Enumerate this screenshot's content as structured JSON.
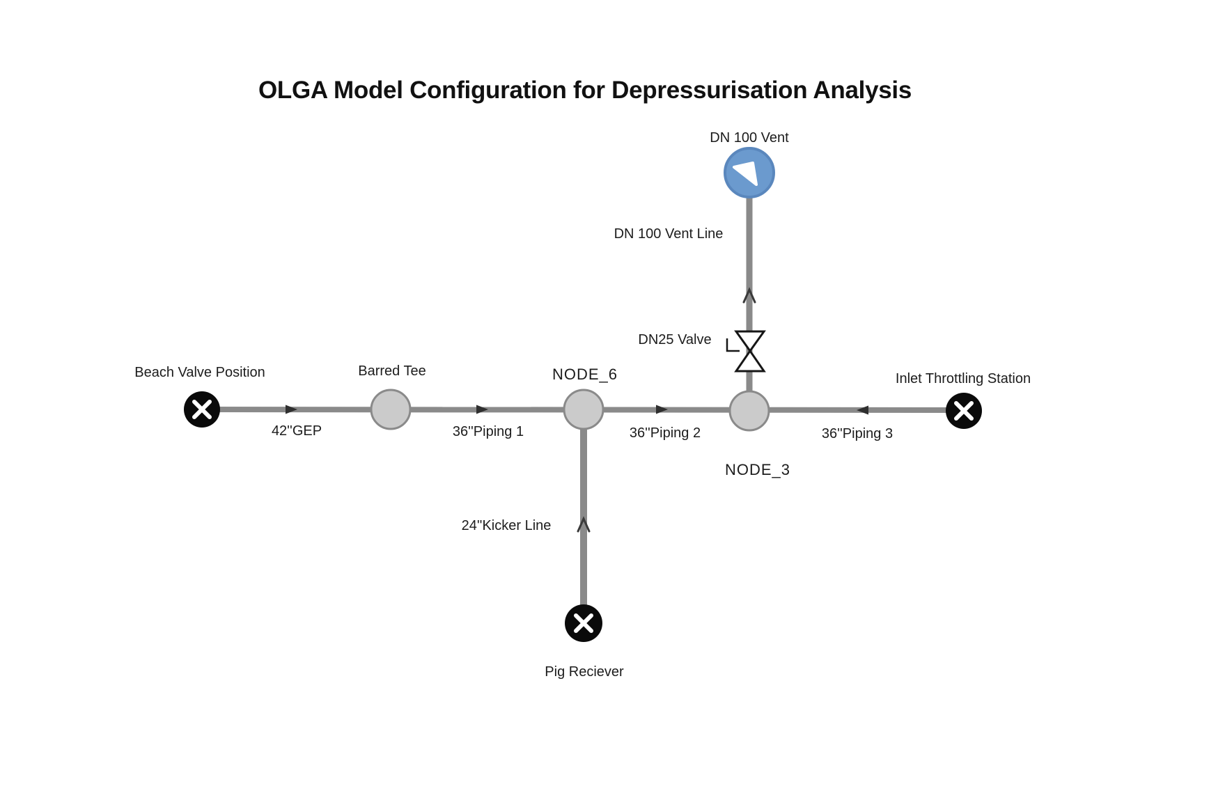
{
  "title": "OLGA Model Configuration for Depressurisation Analysis",
  "colors": {
    "background": "#ffffff",
    "pipe": "#8a8a8a",
    "junction_fill": "#cbcbcb",
    "junction_stroke": "#8a8a8a",
    "terminal_fill": "#0a0a0a",
    "terminal_x": "#ffffff",
    "vent_fill": "#6b9ace",
    "vent_stroke": "#5a87bd",
    "valve_stroke": "#161616",
    "arrow": "#2f2f2f",
    "text": "#1c1c1c"
  },
  "nodes": {
    "beach_valve": {
      "label": "Beach Valve Position",
      "type": "closed-terminal"
    },
    "barred_tee": {
      "label": "Barred Tee",
      "type": "junction"
    },
    "node_6": {
      "label": "NODE_6",
      "type": "junction"
    },
    "node_3": {
      "label": "NODE_3",
      "type": "junction"
    },
    "inlet_throttling": {
      "label": "Inlet Throttling Station",
      "type": "closed-terminal"
    },
    "pig_reciever": {
      "label": "Pig Reciever",
      "type": "closed-terminal"
    },
    "vent": {
      "label": "DN 100 Vent",
      "type": "vent-outlet"
    }
  },
  "valve": {
    "label": "DN25 Valve"
  },
  "pipes": {
    "gep": {
      "label": "42''GEP",
      "from": "Beach Valve Position",
      "to": "Barred Tee",
      "flow": "right"
    },
    "piping_1": {
      "label": "36''Piping 1",
      "from": "Barred Tee",
      "to": "NODE_6",
      "flow": "right"
    },
    "piping_2": {
      "label": "36''Piping 2",
      "from": "NODE_6",
      "to": "NODE_3",
      "flow": "right"
    },
    "piping_3": {
      "label": "36''Piping 3",
      "from": "Inlet Throttling Station",
      "to": "NODE_3",
      "flow": "left"
    },
    "kicker": {
      "label": "24''Kicker Line",
      "from": "Pig Reciever",
      "to": "NODE_6",
      "flow": "up"
    },
    "vent_line": {
      "label": "DN 100 Vent Line",
      "from": "NODE_3",
      "to": "DN 100 Vent",
      "flow": "up"
    }
  }
}
